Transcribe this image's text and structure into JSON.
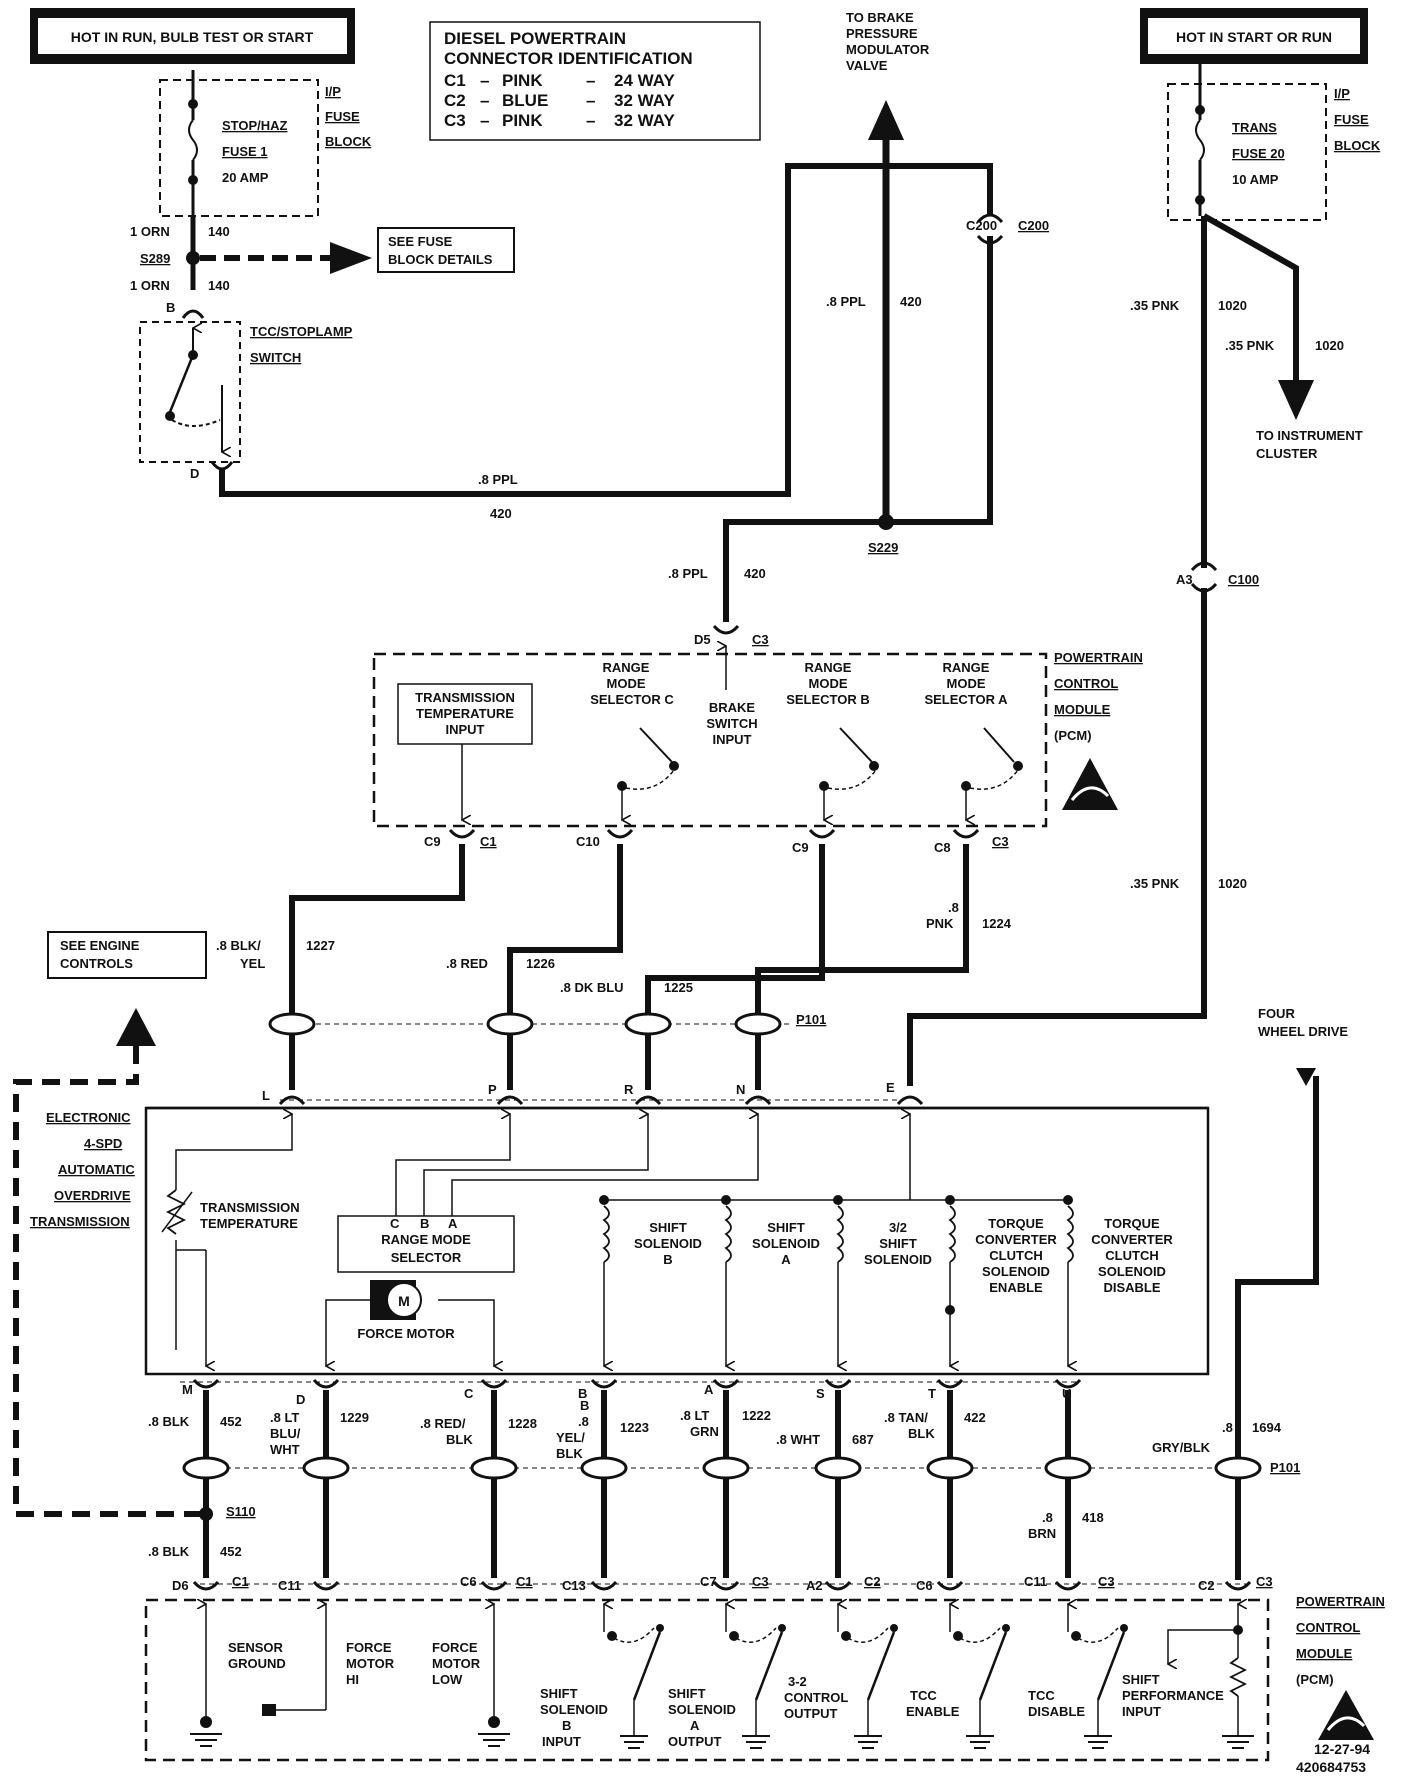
{
  "power": {
    "left_header": "HOT IN RUN, BULB TEST OR START",
    "right_header": "HOT IN START OR RUN",
    "left_fuse": {
      "name_1": "STOP/HAZ",
      "name_2": "FUSE 1",
      "rating": "20 AMP"
    },
    "right_fuse": {
      "name_1": "TRANS",
      "name_2": "FUSE 20",
      "rating": "10 AMP"
    },
    "ip_fuse_block": [
      "I/P",
      "FUSE",
      "BLOCK"
    ]
  },
  "legend": {
    "title_1": "DIESEL POWERTRAIN",
    "title_2": "CONNECTOR IDENTIFICATION",
    "rows": [
      {
        "id": "C1",
        "color": "PINK",
        "size": "24 WAY"
      },
      {
        "id": "C2",
        "color": "BLUE",
        "size": "32 WAY"
      },
      {
        "id": "C3",
        "color": "PINK",
        "size": "32 WAY"
      }
    ]
  },
  "destinations": {
    "brake": [
      "TO BRAKE",
      "PRESSURE",
      "MODULATOR",
      "VALVE"
    ],
    "cluster": [
      "TO INSTRUMENT",
      "CLUSTER"
    ],
    "fuse_details": [
      "SEE FUSE",
      "BLOCK DETAILS"
    ],
    "engine_controls": [
      "SEE ENGINE",
      "CONTROLS"
    ],
    "four_wheel": [
      "FOUR",
      "WHEEL DRIVE"
    ]
  },
  "splices": {
    "s289": "S289",
    "s229": "S229",
    "s110": "S110",
    "c100": "C100",
    "c200": "C200",
    "p101": "P101"
  },
  "switch": {
    "name_1": "TCC/STOPLAMP",
    "name_2": "SWITCH",
    "pin_b": "B",
    "pin_d": "D"
  },
  "wires": {
    "orn_1": "1 ORN",
    "orn_1_num": "140",
    "orn_2": "1 ORN",
    "orn_2_num": "140",
    "ppl_a": ".8 PPL",
    "ppl_a_num": "420",
    "ppl_b": ".8 PPL",
    "ppl_b_num": "420",
    "ppl_c": ".8 PPL",
    "ppl_c_num": "420",
    "pnk_a": ".35 PNK",
    "pnk_a_num": "1020",
    "pnk_b": ".35 PNK",
    "pnk_b_num": "1020",
    "pnk_c": ".35 PNK",
    "pnk_c_num": "1020",
    "blkyel_1": ".8 BLK/",
    "blkyel_2": "YEL",
    "blkyel_num": "1227",
    "red": ".8 RED",
    "red_num": "1226",
    "dkblu": ".8 DK BLU",
    "dkblu_num": "1225",
    "pnk8_1": ".8",
    "pnk8_2": "PNK",
    "pnk8_num": "1224",
    "blk": ".8 BLK",
    "blk_num": "452",
    "ltbluwht_1": ".8 LT",
    "ltbluwht_2": "BLU/",
    "ltbluwht_3": "WHT",
    "ltbluwht_num": "1229",
    "redblk_1": ".8 RED/",
    "redblk_2": "BLK",
    "redblk_num": "1228",
    "yelblk_1": "B",
    "yelblk_2": ".8",
    "yelblk_3": "YEL/",
    "yelblk_4": "BLK",
    "yelblk_num": "1223",
    "ltgrn_1": ".8 LT",
    "ltgrn_2": "GRN",
    "ltgrn_num": "1222",
    "wht": ".8 WHT",
    "wht_num": "687",
    "tanblk_1": ".8 TAN/",
    "tanblk_2": "BLK",
    "tanblk_num": "422",
    "brn_1": ".8",
    "brn_2": "BRN",
    "brn_num": "418",
    "gryblk_1": ".8",
    "gryblk_2": "GRY/BLK",
    "gryblk_num": "1694",
    "blk_s110": ".8 BLK",
    "blk_s110_num": "452"
  },
  "pcm_top": {
    "label": [
      "POWERTRAIN",
      "CONTROL",
      "MODULE",
      "(PCM)"
    ],
    "trans_temp": [
      "TRANSMISSION",
      "TEMPERATURE",
      "INPUT"
    ],
    "sel_c": [
      "RANGE",
      "MODE",
      "SELECTOR C"
    ],
    "brake": [
      "BRAKE",
      "SWITCH",
      "INPUT"
    ],
    "sel_b": [
      "RANGE",
      "MODE",
      "SELECTOR B"
    ],
    "sel_a": [
      "RANGE",
      "MODE",
      "SELECTOR A"
    ],
    "pins": {
      "c9_1": "C9",
      "c1_1": "C1",
      "c10": "C10",
      "c9_3": "C9",
      "c8": "C8",
      "c3_1": "C3",
      "d5": "D5",
      "c3_2": "C3",
      "a3": "A3",
      "d": "D"
    }
  },
  "trans": {
    "label": [
      "ELECTRONIC",
      "4-SPD",
      "AUTOMATIC",
      "OVERDRIVE",
      "TRANSMISSION"
    ],
    "temp": [
      "TRANSMISSION",
      "TEMPERATURE"
    ],
    "range_sel": [
      "RANGE MODE",
      "SELECTOR"
    ],
    "range_pins": {
      "c": "C",
      "b": "B",
      "a": "A"
    },
    "motor": "M",
    "force_motor": "FORCE MOTOR",
    "shift_b": [
      "SHIFT",
      "SOLENOID",
      "B"
    ],
    "shift_a": [
      "SHIFT",
      "SOLENOID",
      "A"
    ],
    "shift_32": [
      "3/2",
      "SHIFT",
      "SOLENOID"
    ],
    "tcc_en": [
      "TORQUE",
      "CONVERTER",
      "CLUTCH",
      "SOLENOID",
      "ENABLE"
    ],
    "tcc_dis": [
      "TORQUE",
      "CONVERTER",
      "CLUTCH",
      "SOLENOID",
      "DISABLE"
    ],
    "top_pins": [
      "L",
      "P",
      "R",
      "N",
      "E"
    ],
    "bottom_pins": [
      "M",
      "D",
      "C",
      "B",
      "A",
      "S",
      "T",
      "U"
    ]
  },
  "pcm_bottom": {
    "label": [
      "POWERTRAIN",
      "CONTROL",
      "MODULE",
      "(PCM)"
    ],
    "pins": {
      "d6": "D6",
      "c1a": "C1",
      "c11a": "C11",
      "c6a": "C6",
      "c1b": "C1",
      "c13": "C13",
      "c7": "C7",
      "c3a": "C3",
      "a2": "A2",
      "c2a": "C2",
      "c6b": "C6",
      "c11b": "C11",
      "c3b": "C3",
      "c2b": "C2",
      "c3c": "C3"
    },
    "sensor_ground": [
      "SENSOR",
      "GROUND"
    ],
    "fm_hi": [
      "FORCE",
      "MOTOR",
      "HI"
    ],
    "fm_low": [
      "FORCE",
      "MOTOR",
      "LOW"
    ],
    "ssb": [
      "SHIFT",
      "SOLENOID",
      "B",
      "INPUT"
    ],
    "ssa": [
      "SHIFT",
      "SOLENOID",
      "A",
      "OUTPUT"
    ],
    "ctrl32": [
      "3-2",
      "CONTROL",
      "OUTPUT"
    ],
    "tcc_en": [
      "TCC",
      "ENABLE"
    ],
    "tcc_dis": [
      "TCC",
      "DISABLE"
    ],
    "perf": [
      "SHIFT",
      "PERFORMANCE",
      "INPUT"
    ]
  },
  "footer": {
    "date": "12-27-94",
    "code": "420684753"
  }
}
